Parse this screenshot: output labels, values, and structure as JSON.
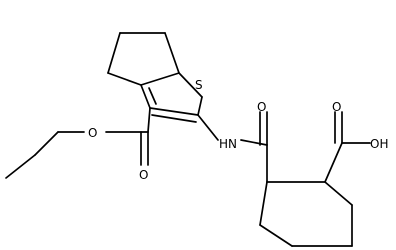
{
  "molecule": {
    "atom_labels": {
      "sulfur": "S",
      "amide_nh": "HN",
      "amide_o": "O",
      "acid_o": "O",
      "acid_oh": "OH",
      "ester_o_single": "O",
      "ester_o_double": "O"
    },
    "line_color": "#000000",
    "background_color": "#ffffff"
  }
}
